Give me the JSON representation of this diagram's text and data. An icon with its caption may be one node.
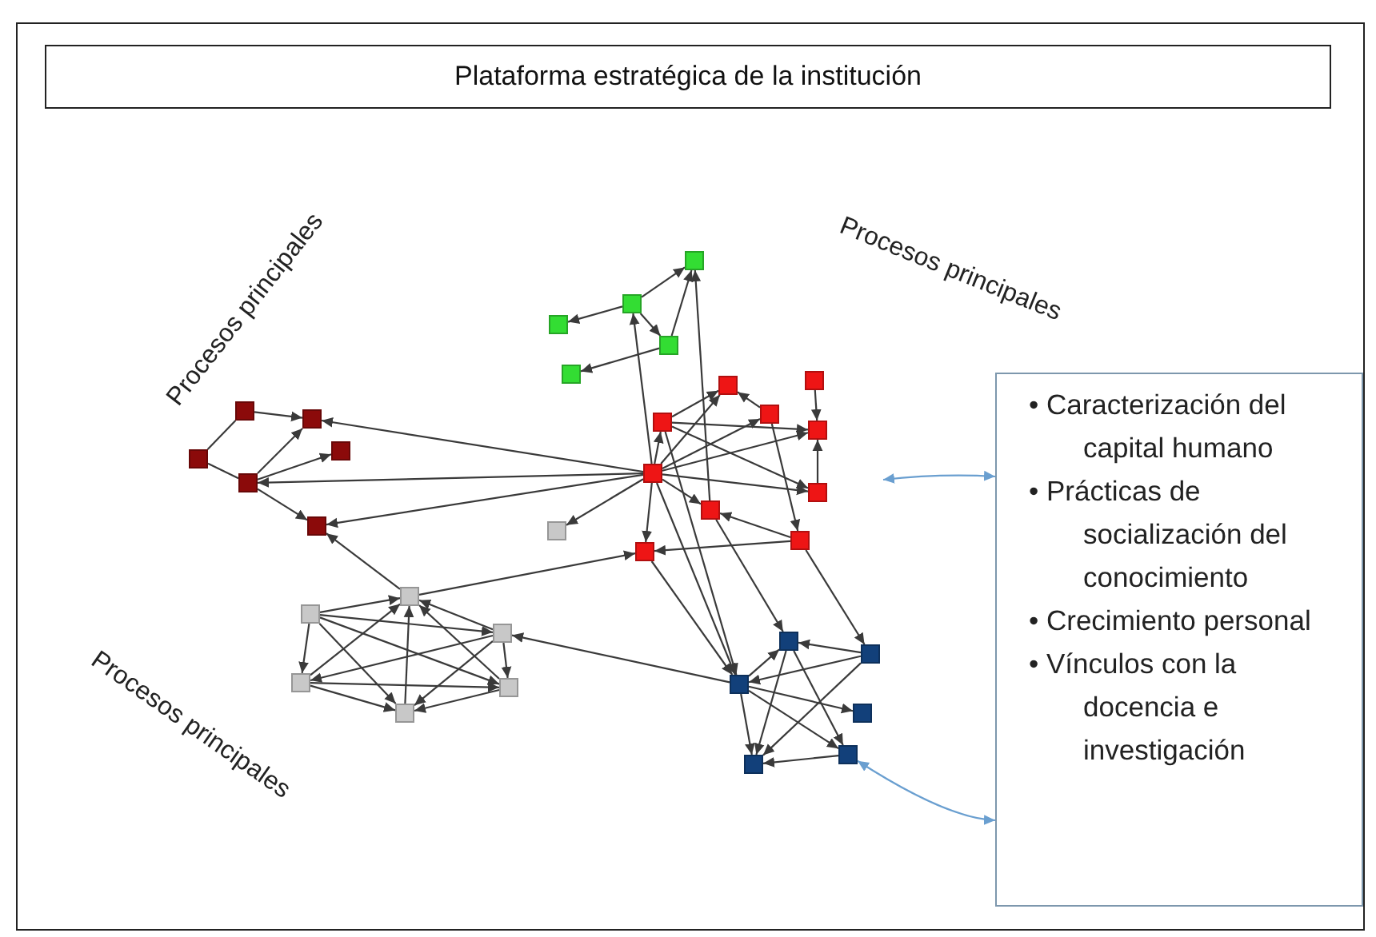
{
  "diagram": {
    "nodes": [
      {
        "text": [
          "Plataforma estratégica de la institución"
        ]
      },
      {
        "text": [
          "• Caracterización del capital humano",
          "• Prácticas de socialización del conocimiento",
          "• Crecimiento personal",
          "• Vínculos con la docencia e investigación"
        ]
      },
      {
        "text": [],
        "shape": "box"
      },
      {
        "text": [],
        "shape": "box"
      },
      {
        "text": [],
        "shape": "box"
      },
      {
        "text": [],
        "shape": "box"
      },
      {
        "text": [],
        "shape": "box"
      },
      {
        "text": [],
        "shape": "box"
      },
      {
        "text": [],
        "shape": "box"
      },
      {
        "text": [],
        "shape": "box"
      },
      {
        "text": [],
        "shape": "box"
      },
      {
        "text": [],
        "shape": "box"
      },
      {
        "text": [],
        "shape": "box"
      },
      {
        "text": [],
        "shape": "box"
      },
      {
        "text": [],
        "shape": "box"
      },
      {
        "text": [],
        "shape": "box"
      },
      {
        "text": [],
        "shape": "box"
      },
      {
        "text": [],
        "shape": "box"
      },
      {
        "text": [],
        "shape": "box"
      },
      {
        "text": [],
        "shape": "box"
      },
      {
        "text": [],
        "shape": "box"
      },
      {
        "text": [],
        "shape": "box"
      },
      {
        "text": [],
        "shape": "box"
      },
      {
        "text": [],
        "shape": "box"
      },
      {
        "text": [],
        "shape": "box"
      },
      {
        "text": [],
        "shape": "box"
      },
      {
        "text": [],
        "shape": "box"
      },
      {
        "text": [],
        "shape": "box"
      },
      {
        "text": [],
        "shape": "box"
      },
      {
        "text": [],
        "shape": "box"
      },
      {
        "text": [],
        "shape": "box"
      },
      {
        "text": [],
        "shape": "box"
      },
      {
        "text": [],
        "shape": "box"
      },
      {
        "text": [],
        "shape": "box"
      },
      {
        "text": [],
        "shape": "box"
      },
      {
        "text": [],
        "shape": "box"
      }
    ],
    "edges": [
      {
        "from": 3,
        "to": 2,
        "arrow": "to"
      },
      {
        "from": 3,
        "to": 4,
        "arrow": "to"
      },
      {
        "from": 3,
        "to": 5,
        "arrow": "to"
      },
      {
        "from": 5,
        "to": 2,
        "arrow": "to"
      },
      {
        "from": 5,
        "to": 6,
        "arrow": "to"
      },
      {
        "from": 12,
        "to": 3,
        "arrow": "to"
      },
      {
        "from": 14,
        "to": 2,
        "arrow": "to"
      },
      {
        "from": 9,
        "to": 7,
        "arrow": "to"
      },
      {
        "from": 12,
        "to": 7,
        "arrow": "to"
      },
      {
        "from": 10,
        "to": 7,
        "arrow": "to"
      },
      {
        "from": 8,
        "to": 11,
        "arrow": "to"
      },
      {
        "from": 13,
        "to": 11,
        "arrow": "to"
      },
      {
        "from": 9,
        "to": 11,
        "arrow": "to"
      },
      {
        "from": 12,
        "to": 11,
        "arrow": "to"
      },
      {
        "from": 12,
        "to": 10,
        "arrow": "to"
      },
      {
        "from": 12,
        "to": 13,
        "arrow": "to"
      },
      {
        "from": 12,
        "to": 14,
        "arrow": "to"
      },
      {
        "from": 15,
        "to": 14,
        "arrow": "to"
      },
      {
        "from": 10,
        "to": 15,
        "arrow": "to"
      },
      {
        "from": 9,
        "to": 13,
        "arrow": "to"
      },
      {
        "from": 15,
        "to": 16,
        "arrow": "to"
      },
      {
        "from": 12,
        "to": 16,
        "arrow": "to"
      },
      {
        "from": 12,
        "to": 17,
        "arrow": "to"
      },
      {
        "from": 12,
        "to": 9,
        "arrow": "to"
      },
      {
        "from": 20,
        "to": 18,
        "arrow": "none"
      },
      {
        "from": 18,
        "to": 19,
        "arrow": "to"
      },
      {
        "from": 20,
        "to": 22,
        "arrow": "none"
      },
      {
        "from": 22,
        "to": 19,
        "arrow": "to"
      },
      {
        "from": 22,
        "to": 21,
        "arrow": "to"
      },
      {
        "from": 12,
        "to": 19,
        "arrow": "to"
      },
      {
        "from": 12,
        "to": 22,
        "arrow": "to"
      },
      {
        "from": 12,
        "to": 23,
        "arrow": "to"
      },
      {
        "from": 22,
        "to": 23,
        "arrow": "to"
      },
      {
        "from": 24,
        "to": 23,
        "arrow": "to"
      },
      {
        "from": 25,
        "to": 24,
        "arrow": "to"
      },
      {
        "from": 26,
        "to": 24,
        "arrow": "to"
      },
      {
        "from": 27,
        "to": 24,
        "arrow": "to"
      },
      {
        "from": 28,
        "to": 24,
        "arrow": "to"
      },
      {
        "from": 29,
        "to": 24,
        "arrow": "to"
      },
      {
        "from": 25,
        "to": 26,
        "arrow": "to"
      },
      {
        "from": 25,
        "to": 27,
        "arrow": "to"
      },
      {
        "from": 25,
        "to": 28,
        "arrow": "to"
      },
      {
        "from": 25,
        "to": 29,
        "arrow": "to"
      },
      {
        "from": 26,
        "to": 27,
        "arrow": "to"
      },
      {
        "from": 26,
        "to": 28,
        "arrow": "to"
      },
      {
        "from": 26,
        "to": 29,
        "arrow": "to"
      },
      {
        "from": 27,
        "to": 28,
        "arrow": "to"
      },
      {
        "from": 27,
        "to": 29,
        "arrow": "to"
      },
      {
        "from": 28,
        "to": 29,
        "arrow": "to"
      },
      {
        "from": 24,
        "to": 16,
        "arrow": "to"
      },
      {
        "from": 32,
        "to": 26,
        "arrow": "to"
      },
      {
        "from": 32,
        "to": 30,
        "arrow": "to"
      },
      {
        "from": 31,
        "to": 30,
        "arrow": "to"
      },
      {
        "from": 31,
        "to": 32,
        "arrow": "to"
      },
      {
        "from": 32,
        "to": 33,
        "arrow": "to"
      },
      {
        "from": 32,
        "to": 34,
        "arrow": "to"
      },
      {
        "from": 32,
        "to": 35,
        "arrow": "to"
      },
      {
        "from": 30,
        "to": 35,
        "arrow": "to"
      },
      {
        "from": 30,
        "to": 34,
        "arrow": "to"
      },
      {
        "from": 31,
        "to": 35,
        "arrow": "to"
      },
      {
        "from": 34,
        "to": 35,
        "arrow": "to"
      },
      {
        "from": 12,
        "to": 32,
        "arrow": "to"
      },
      {
        "from": 14,
        "to": 30,
        "arrow": "to"
      },
      {
        "from": 15,
        "to": 31,
        "arrow": "to"
      },
      {
        "from": 9,
        "to": 32,
        "arrow": "to"
      },
      {
        "from": 16,
        "to": 32,
        "arrow": "to"
      },
      {
        "from": 1,
        "to": null,
        "arrow": "both",
        "color": "#6a9fd0"
      },
      {
        "from": 1,
        "to": 34,
        "arrow": "both",
        "color": "#6a9fd0"
      }
    ],
    "labels": [
      "Procesos principales",
      "Procesos principales",
      "Procesos principales"
    ]
  }
}
